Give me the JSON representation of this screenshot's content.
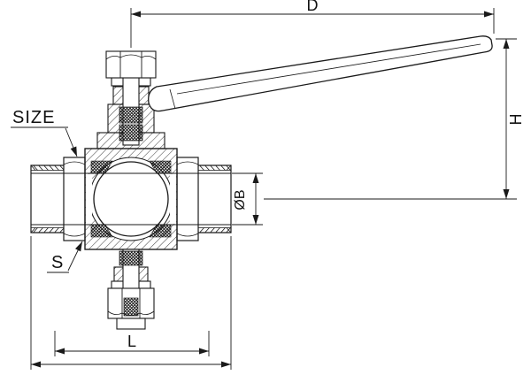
{
  "drawing": {
    "labels": {
      "dim_d": "D",
      "dim_h": "H",
      "size": "SIZE",
      "bore": "ØB",
      "wrench": "S",
      "dim_l": "L"
    },
    "colors": {
      "line": "#1a1a1a",
      "background": "#ffffff",
      "section_hatch": "#3a3a3a",
      "packing_dark": "#141414"
    }
  }
}
